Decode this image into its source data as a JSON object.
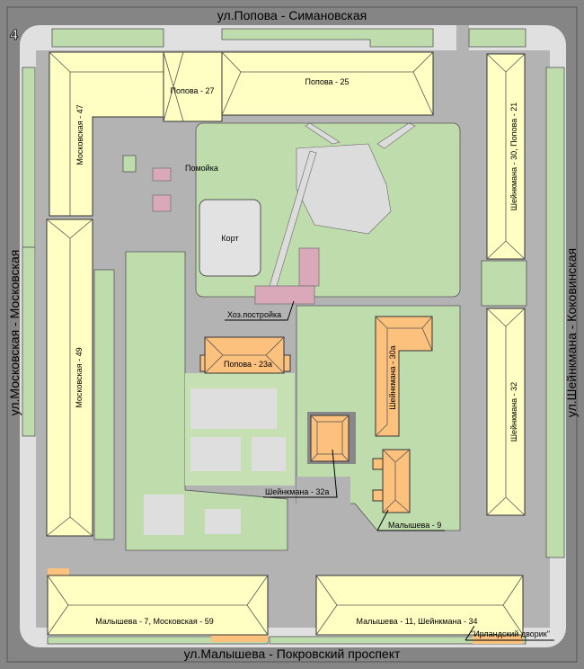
{
  "map": {
    "streets": {
      "top": "ул.Попова - Симановская",
      "bottom": "ул.Малышева - Покровский проспект",
      "left": "ул.Московская - Московская",
      "right": "ул.Шейнкмана - Коковинская"
    },
    "buildings": {
      "moskovskaya_47": "Московская - 47",
      "popova_27": "Попова - 27",
      "popova_25": "Попова - 25",
      "sheinkmana_30_popova_21": "Шейнкмана - 30, Попова - 21",
      "moskovskaya_49": "Московская - 49",
      "sheinkmana_32": "Шейнкмана - 32",
      "popova_23a": "Попова - 23а",
      "sheinkmana_30a": "Шейнкмана - 30а",
      "sheinkmana_32a": "Шейнкмана - 32а",
      "malysheva_9": "Малышева - 9",
      "malysheva_7": "Малышева - 7, Московская - 59",
      "malysheva_11": "Малышева - 11, Шейнкмана - 34"
    },
    "places": {
      "dump": "Помойка",
      "court": "Корт",
      "shed": "Хоз.постройка",
      "irish_yard": "\"Ирландский дворик\""
    },
    "north_marker": "4"
  }
}
